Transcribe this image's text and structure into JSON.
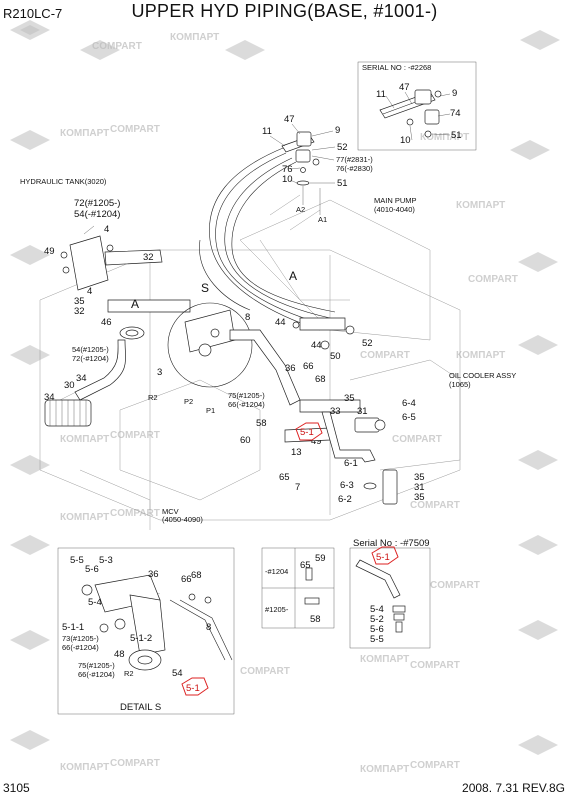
{
  "header": {
    "model": "R210LC-7",
    "title": "UPPER HYD PIPING(BASE, #1001-)"
  },
  "footer": {
    "page": "3105",
    "date_rev": "2008. 7.31  REV.8G"
  },
  "watermark": {
    "text_en": "COMPART",
    "text_ru": "КОМПАРТ"
  },
  "labels": {
    "serial_top": "SERIAL NO : -#2268",
    "hydraulic_tank": "HYDRAULIC TANK(3020)",
    "main_pump": "MAIN PUMP",
    "main_pump_no": "(4010-4040)",
    "oil_cooler": "OIL COOLER ASSY",
    "oil_cooler_no": "(1065)",
    "mcv": "MCV",
    "mcv_no": "(4050-4090)",
    "detail_s": "DETAIL  S",
    "serial_bottom": "Serial No : -#7509",
    "range_1204": "-#1204",
    "range_1205": "#1205-",
    "r2": "R2",
    "p2": "P2",
    "p1": "P1",
    "a2": "A2",
    "a1": "A1",
    "a_view": "A",
    "s_view": "S"
  },
  "callouts": {
    "c72_54_a": "72(#1205-)",
    "c72_54_b": "54(-#1204)",
    "c54_72_a": "54(#1205-)",
    "c54_72_b": "72(-#1204)",
    "c77_76_a": "77(#2831-)",
    "c77_76_b": "76(-#2830)",
    "c75_66_a": "75(#1205-)",
    "c75_66_b": "66(-#1204)",
    "c73_66_a": "73(#1205-)",
    "c73_66_b": "66(-#1204)",
    "c75_66_d_a": "75(#1205-)",
    "c75_66_d_b": "66(-#1204)"
  },
  "red_tags": [
    "5-1",
    "5-1",
    "5-1"
  ],
  "part_numbers": {
    "p11": "11",
    "p47": "47",
    "p9": "9",
    "p52": "52",
    "p76": "76",
    "p10": "10",
    "p51": "51",
    "s11": "11",
    "s47": "47",
    "s9": "9",
    "s74": "74",
    "s10": "10",
    "s51": "51",
    "p4a": "4",
    "p49": "49",
    "p32a": "32",
    "p4b": "4",
    "p35": "35",
    "p32b": "32",
    "p46": "46",
    "p3": "3",
    "p30": "30",
    "p34a": "34",
    "p34b": "34",
    "p8": "8",
    "p44a": "44",
    "p52b": "52",
    "p44b": "44",
    "p50": "50",
    "p36": "36",
    "p66": "66",
    "p68": "68",
    "p58": "58",
    "p60": "60",
    "p13": "13",
    "p49b": "49",
    "p65": "65",
    "p7": "7",
    "p35b": "35",
    "p33": "33",
    "p31": "31",
    "p6_4": "6-4",
    "p6_5": "6-5",
    "p6_1": "6-1",
    "p6_3": "6-3",
    "p6_2": "6-2",
    "p35c": "35",
    "p31b": "31",
    "p35d": "35",
    "d5_5": "5-5",
    "d5_3": "5-3",
    "d5_6": "5-6",
    "d36": "36",
    "d66": "66",
    "d68": "68",
    "d5_4": "5-4",
    "d5_1_1": "5-1-1",
    "d5_1_2": "5-1-2",
    "d48": "48",
    "d54": "54",
    "d8": "8",
    "t65": "65",
    "t59": "59",
    "t58": "58",
    "b5_4": "5-4",
    "b5_2": "5-2",
    "b5_6": "5-6",
    "b5_5": "5-5"
  }
}
